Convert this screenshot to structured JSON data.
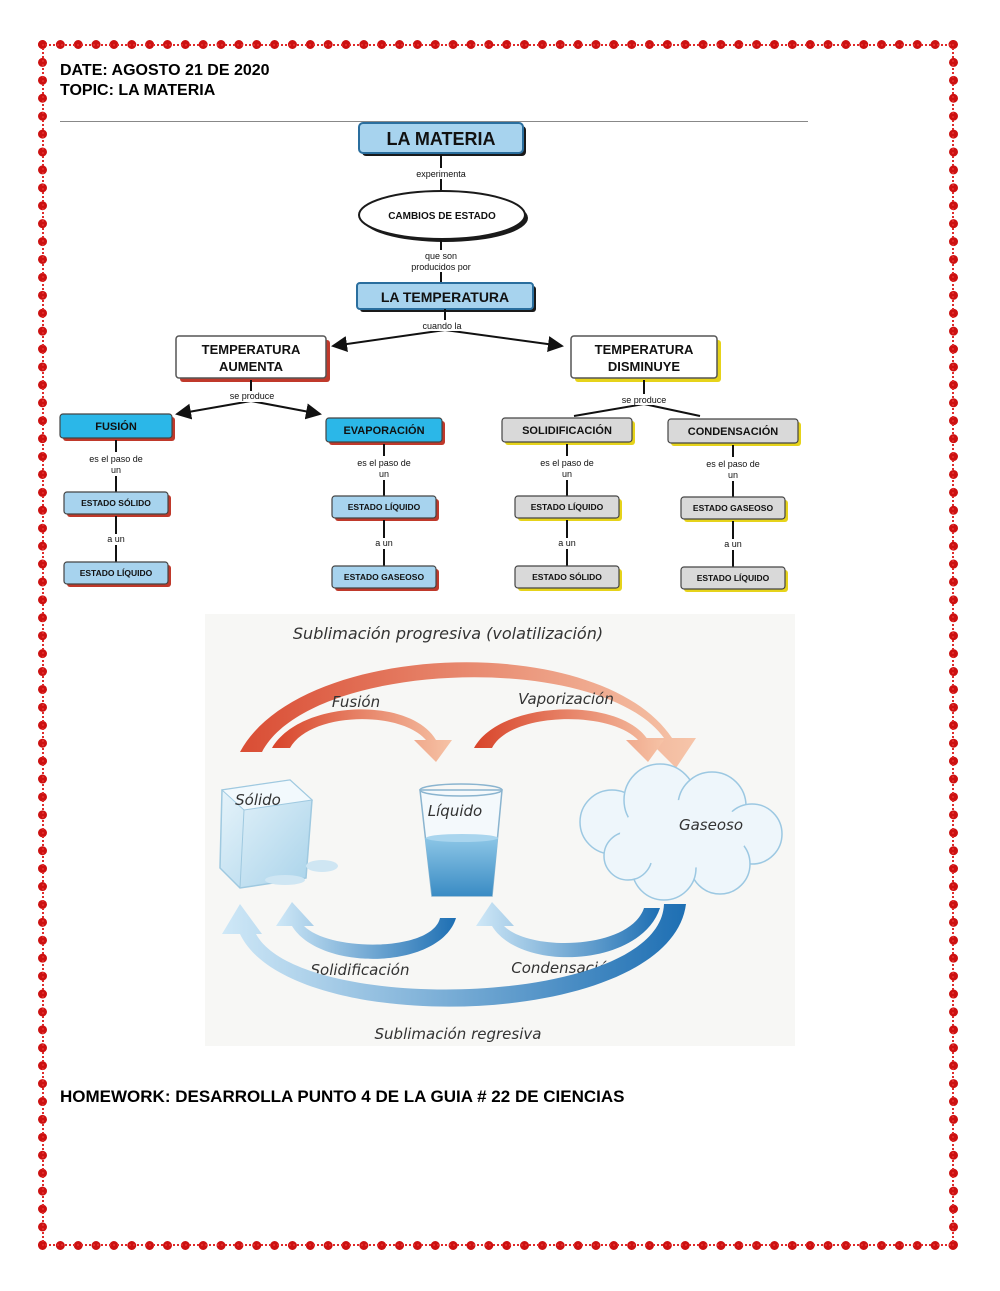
{
  "header": {
    "date": "DATE: AGOSTO 21  DE 2020",
    "topic": "TOPIC: LA MATERIA"
  },
  "concept_map": {
    "root": "LA MATERIA",
    "link_experimenta": "experimenta",
    "cambios": "CAMBIOS DE ESTADO",
    "link_que_son_1": "que son",
    "link_que_son_2": "producidos por",
    "temperatura": "LA TEMPERATURA",
    "link_cuando": "cuando la",
    "aumenta_1": "TEMPERATURA",
    "aumenta_2": "AUMENTA",
    "disminuye_1": "TEMPERATURA",
    "disminuye_2": "DISMINUYE",
    "link_se_produce": "se produce",
    "paso_1": "es el paso de",
    "paso_2": "un",
    "a_un": "a un",
    "branches": [
      {
        "process": "FUSIÓN",
        "from": "ESTADO SÓLIDO",
        "to": "ESTADO LÍQUIDO",
        "color": "#2bb7e8"
      },
      {
        "process": "EVAPORACIÓN",
        "from": "ESTADO LÍQUIDO",
        "to": "ESTADO GASEOSO",
        "color": "#2bb7e8"
      },
      {
        "process": "SOLIDIFICACIÓN",
        "from": "ESTADO LÍQUIDO",
        "to": "ESTADO SÓLIDO",
        "color": "#d9d9d9"
      },
      {
        "process": "CONDENSACIÓN",
        "from": "ESTADO GASEOSO",
        "to": "ESTADO LÍQUIDO",
        "color": "#d9d9d9"
      }
    ]
  },
  "states_diagram": {
    "sublimacion_progresiva": "Sublimación progresiva (volatilización)",
    "fusion": "Fusión",
    "vaporizacion": "Vaporización",
    "solido": "Sólido",
    "liquido": "Líquido",
    "gaseoso": "Gaseoso",
    "solidificacion": "Solidificación",
    "condensacion": "Condensación",
    "sublimacion_regresiva": "Sublimación regresiva"
  },
  "homework": "HOMEWORK: DESARROLLA PUNTO 4   DE LA GUIA # 22 DE CIENCIAS",
  "colors": {
    "border": "#cc1111",
    "blue_box": "#2bb7e8",
    "grey_box": "#d9d9d9",
    "warm_arrow": "#e9603a",
    "cool_arrow": "#4a9fd6"
  }
}
